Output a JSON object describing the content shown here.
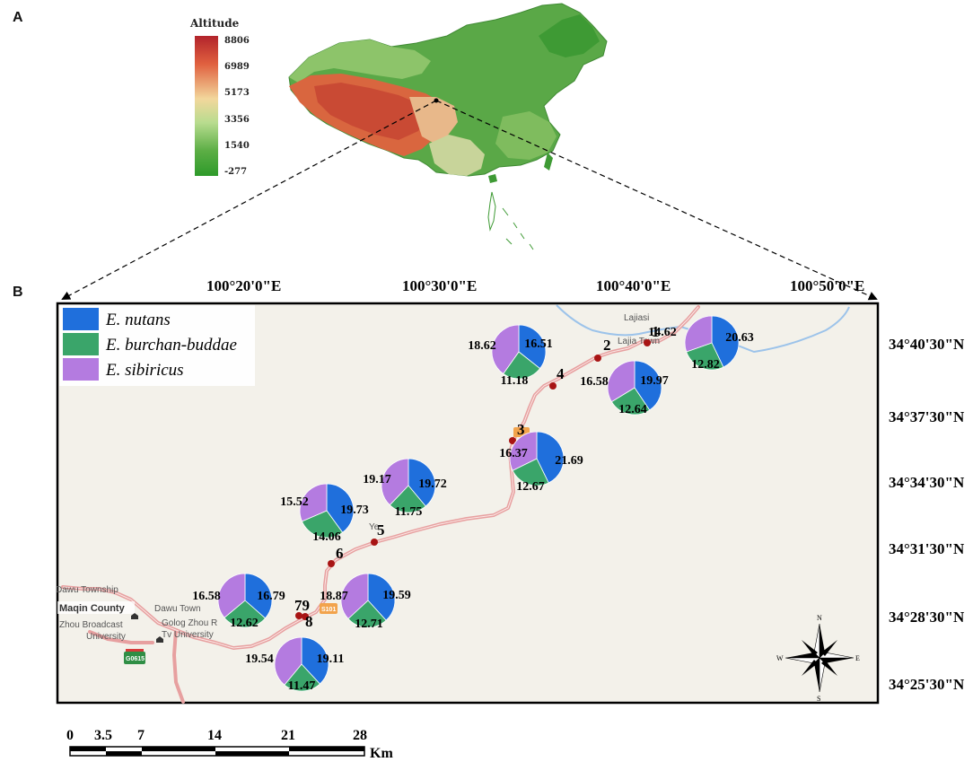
{
  "panels": {
    "a": "A",
    "b": "B"
  },
  "altitude_legend": {
    "title": "Altitude",
    "ticks": [
      "8806",
      "6989",
      "5173",
      "3356",
      "1540",
      "-277"
    ]
  },
  "coordinates": {
    "top": [
      "100°20'0\"E",
      "100°30'0\"E",
      "100°40'0\"E",
      "100°50'0\"E"
    ],
    "right": [
      "34°40'30\"N",
      "34°37'30\"N",
      "34°34'30\"N",
      "34°31'30\"N",
      "34°28'30\"N",
      "34°25'30\"N"
    ]
  },
  "legend": {
    "items": [
      {
        "name": "E. nutans",
        "color": "#1f6fdc"
      },
      {
        "name": "E. burchan-buddae",
        "color": "#3aa56a"
      },
      {
        "name": "E. sibiricus",
        "color": "#b47be0"
      }
    ]
  },
  "sites": [
    "1",
    "2",
    "3",
    "4",
    "5",
    "6",
    "79",
    "8"
  ],
  "pies": [
    {
      "values": [
        20.63,
        12.82,
        14.62
      ],
      "labels": [
        "20.63",
        "12.82",
        "14.62"
      ]
    },
    {
      "values": [
        16.51,
        11.18,
        18.62
      ],
      "labels": [
        "16.51",
        "11.18",
        "18.62"
      ]
    },
    {
      "values": [
        19.97,
        12.64,
        16.58
      ],
      "labels": [
        "19.97",
        "12.64",
        "16.58"
      ]
    },
    {
      "values": [
        21.69,
        12.67,
        16.37
      ],
      "labels": [
        "21.69",
        "12.67",
        "16.37"
      ]
    },
    {
      "values": [
        19.72,
        11.75,
        19.17
      ],
      "labels": [
        "19.72",
        "11.75",
        "19.17"
      ]
    },
    {
      "values": [
        19.73,
        14.06,
        15.52
      ],
      "labels": [
        "19.73",
        "14.06",
        "15.52"
      ]
    },
    {
      "values": [
        16.79,
        12.62,
        16.58
      ],
      "labels": [
        "16.79",
        "12.62",
        "16.58"
      ]
    },
    {
      "values": [
        19.59,
        12.71,
        18.87
      ],
      "labels": [
        "19.59",
        "12.71",
        "18.87"
      ]
    },
    {
      "values": [
        19.11,
        11.47,
        19.54
      ],
      "labels": [
        "19.11",
        "11.47",
        "19.54"
      ]
    }
  ],
  "basemap_labels": {
    "lajiasi": "Lajiasi",
    "lajia_town": "Lajia Town",
    "ye": "Ye",
    "s101": "S101",
    "dawu_township": "Dawu Township",
    "maqin_county": "Maqin County",
    "dawu_town": "Dawu Town",
    "zhou_broadcast": "Zhou Broadcast",
    "university": "University",
    "golog_zhou": "Golog Zhou R",
    "tv_university": "Tv University",
    "g0615": "G0615"
  },
  "compass": {
    "n": "N",
    "s": "S",
    "e": "E",
    "w": "W"
  },
  "scale_bar": {
    "ticks": [
      "0",
      "3.5",
      "7",
      "14",
      "21",
      "28"
    ],
    "unit": "Km"
  }
}
